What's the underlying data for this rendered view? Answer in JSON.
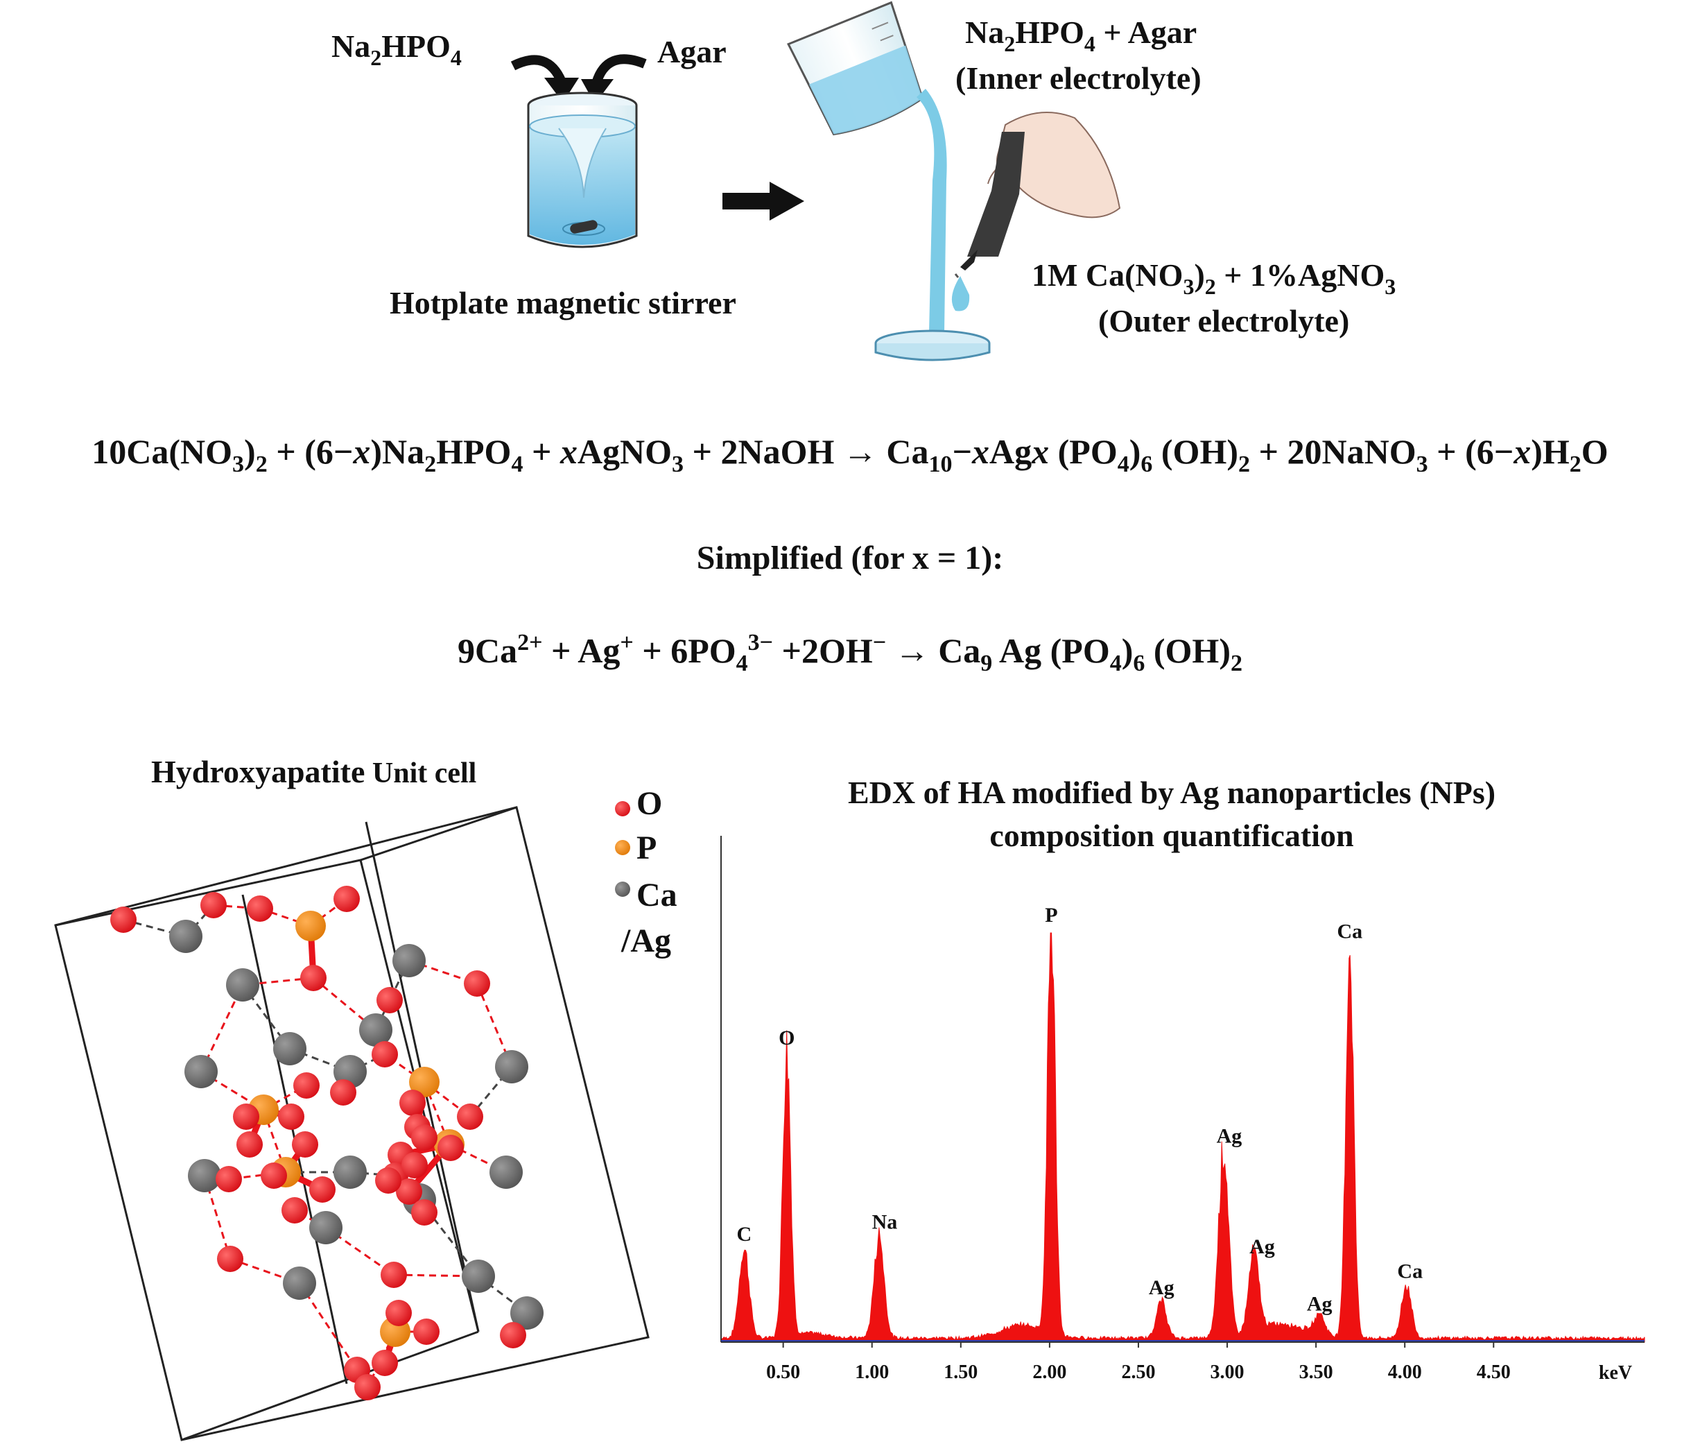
{
  "synthesis": {
    "na2hpo4": {
      "base": "Na",
      "sub1": "2",
      "mid": "HPO",
      "sub2": "4"
    },
    "agar": "Agar",
    "stirrer_label": "Hotplate magnetic stirrer",
    "inner": {
      "line1_a": "Na",
      "line1_sub1": "2",
      "line1_b": "HPO",
      "line1_sub2": "4",
      "line1_c": " + Agar",
      "line2": "(Inner electrolyte)"
    },
    "outer": {
      "line1_a": "1M Ca(NO",
      "line1_sub1": "3",
      "line1_b": ")",
      "line1_sub2": "2",
      "line1_c": " + 1%AgNO",
      "line1_sub3": "3",
      "line2": "(Outer electrolyte)"
    }
  },
  "equations": {
    "main": [
      {
        "t": "10Ca(NO"
      },
      {
        "sub": "3"
      },
      {
        "t": ")"
      },
      {
        "sub": "2"
      },
      {
        "t": " + (6−"
      },
      {
        "i": "x"
      },
      {
        "t": ")Na"
      },
      {
        "sub": "2"
      },
      {
        "t": "HPO"
      },
      {
        "sub": "4"
      },
      {
        "t": " + "
      },
      {
        "i": "x"
      },
      {
        "t": "AgNO"
      },
      {
        "sub": "3"
      },
      {
        "t": " + 2NaOH → Ca"
      },
      {
        "sub": "10"
      },
      {
        "t": "−"
      },
      {
        "i": "x"
      },
      {
        "t": "Ag"
      },
      {
        "i": "x"
      },
      {
        "t": " (PO"
      },
      {
        "sub": "4"
      },
      {
        "t": ")"
      },
      {
        "sub": "6"
      },
      {
        "t": " (OH)"
      },
      {
        "sub": "2"
      },
      {
        "t": " + 20NaNO"
      },
      {
        "sub": "3"
      },
      {
        "t": " + (6−"
      },
      {
        "i": "x"
      },
      {
        "t": ")H"
      },
      {
        "sub": "2"
      },
      {
        "t": "O"
      }
    ],
    "simplified_label": "Simplified (for x = 1):",
    "simplified": [
      {
        "t": "9Ca"
      },
      {
        "sup": "2+"
      },
      {
        "t": " + Ag"
      },
      {
        "sup": "+"
      },
      {
        "t": " + 6PO"
      },
      {
        "subsup": [
          "4",
          "3−"
        ]
      },
      {
        "t": " +2OH"
      },
      {
        "sup": "−"
      },
      {
        "t": "  →  Ca"
      },
      {
        "sub": "9"
      },
      {
        "t": " Ag (PO"
      },
      {
        "sub": "4"
      },
      {
        "t": ")"
      },
      {
        "sub": "6"
      },
      {
        "t": " (OH)"
      },
      {
        "sub": "2"
      }
    ]
  },
  "unit_cell": {
    "title_a": "Hydroxyapatite",
    "title_b": " Unit cell",
    "legend": [
      {
        "symbol": "O",
        "color": "#e8141c"
      },
      {
        "symbol": "P",
        "color": "#f08a14"
      },
      {
        "symbol": "Ca",
        "color": "#6b6b6b"
      }
    ],
    "legend_extra": "/Ag",
    "colors": {
      "O": "#e8141c",
      "P": "#f08a14",
      "Ca": "#6b6b6b"
    }
  },
  "chart_data": {
    "type": "line",
    "title_line1": "EDX of HA modified by Ag nanoparticles (NPs)",
    "title_line2": "composition quantification",
    "xlabel": "keV",
    "ylabel": "",
    "xlim": [
      0.15,
      5.35
    ],
    "ylim": [
      0,
      100
    ],
    "x_ticks": [
      "0.50",
      "1.00",
      "1.50",
      "2.00",
      "2.50",
      "3.00",
      "3.50",
      "4.00",
      "4.50"
    ],
    "x_tick_values": [
      0.5,
      1.0,
      1.5,
      2.0,
      2.5,
      3.0,
      3.5,
      4.0,
      4.5
    ],
    "fill_color": "#ee1111",
    "peaks": [
      {
        "element": "C",
        "x": 0.28,
        "height": 22
      },
      {
        "element": "O",
        "x": 0.52,
        "height": 70
      },
      {
        "element": "Na",
        "x": 1.04,
        "height": 25
      },
      {
        "element": "P",
        "x": 2.01,
        "height": 100
      },
      {
        "element": "Ag",
        "x": 2.63,
        "height": 9
      },
      {
        "element": "Ag",
        "x": 2.98,
        "height": 46
      },
      {
        "element": "Ag",
        "x": 3.15,
        "height": 19
      },
      {
        "element": "Ag",
        "x": 3.52,
        "height": 5
      },
      {
        "element": "Ca",
        "x": 3.69,
        "height": 96
      },
      {
        "element": "Ca",
        "x": 4.01,
        "height": 13
      }
    ]
  }
}
